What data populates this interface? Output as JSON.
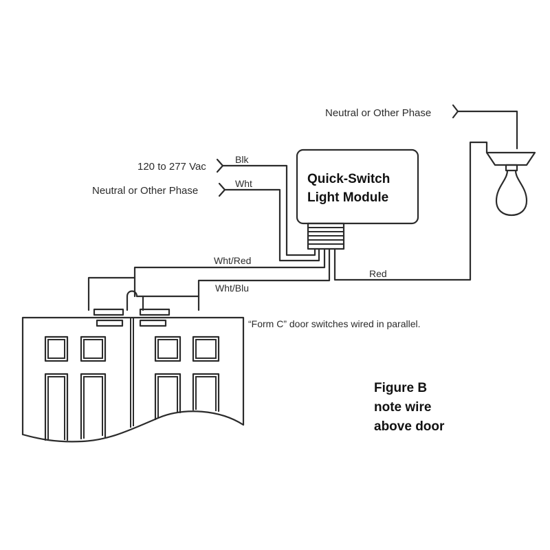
{
  "labels": {
    "top_right_source": "Neutral or Other Phase",
    "voltage_source": "120 to 277 Vac",
    "left_neutral_source": "Neutral or Other Phase",
    "wire_blk": "Blk",
    "wire_wht": "Wht",
    "wire_wht_red": "Wht/Red",
    "wire_wht_blu": "Wht/Blu",
    "wire_red": "Red",
    "door_note": "“Form C” door switches wired in parallel."
  },
  "module": {
    "line1": "Quick-Switch",
    "line2": "Light Module"
  },
  "figure": {
    "title": "Figure B",
    "note_line1": "note wire",
    "note_line2": "above door"
  },
  "colors": {
    "ink": "#2b2b2b",
    "background": "#ffffff"
  }
}
